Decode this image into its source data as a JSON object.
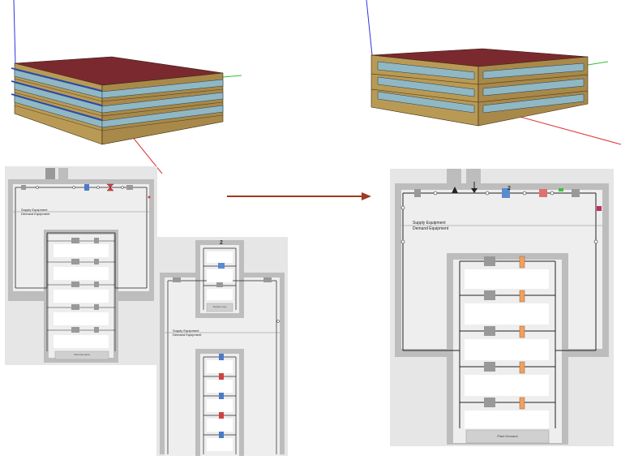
{
  "panels": {
    "hvac_left": {
      "supply_label": "Supply Equipment",
      "demand_label": "Demand Equipment",
      "footer_label": "Plant Demand"
    },
    "hvac_middle": {
      "supply_label": "Supply Equipment",
      "demand_label": "Demand Equipment",
      "upper_footer_label": "Supply Loop",
      "pump_number": "2"
    },
    "hvac_right": {
      "supply_label": "Supply Equipment",
      "demand_label": "Demand Equipment",
      "footer_label": "Plant Demand",
      "pump_number": "2"
    }
  },
  "colors": {
    "roof": "#7a2a2e",
    "wall": "#b99a55",
    "wall_dark": "#8f7640",
    "window": "#8fb8c4",
    "arrow": "#a03a22",
    "axis_red": "#e03030",
    "axis_green": "#30c030",
    "axis_blue": "#3030e0",
    "hvac_bg": "#e6e6e6",
    "hvac_frame": "#bdbdbd",
    "hvac_inner": "#ffffff"
  },
  "transition_arrow": {
    "from": "before",
    "to": "after"
  }
}
